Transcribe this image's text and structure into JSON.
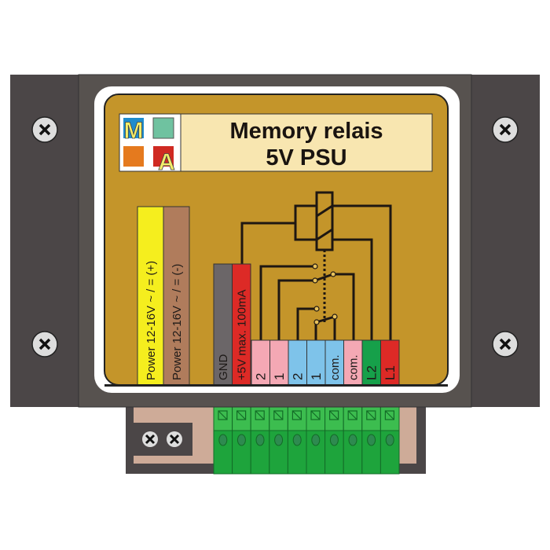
{
  "title": {
    "line1": "Memory relais",
    "line2": "5V PSU"
  },
  "logo": {
    "letters": [
      "M",
      "A"
    ]
  },
  "power_strips": [
    {
      "label": "Power 12-16V ~ / = (+)",
      "color": "#f5ee1e"
    },
    {
      "label": "Power 12-16V ~ / = (-)",
      "color": "#b07c5c"
    }
  ],
  "terminals": [
    {
      "label": "GND",
      "color": "#6b6668"
    },
    {
      "label": "+5V max. 100mA",
      "color": "#dd2a26"
    },
    {
      "label": "2",
      "color": "#f4a8b4"
    },
    {
      "label": "1",
      "color": "#f4a8b4"
    },
    {
      "label": "2",
      "color": "#7ec3ea"
    },
    {
      "label": "1",
      "color": "#7ec3ea"
    },
    {
      "label": "com.",
      "color": "#7ec3ea"
    },
    {
      "label": "com.",
      "color": "#f4a8b4"
    },
    {
      "label": "L2",
      "color": "#16a04a"
    },
    {
      "label": "L1",
      "color": "#dd2a26"
    }
  ],
  "colors": {
    "panel": "#c4952a",
    "housing": "#4b4647",
    "connector": "#1ea43c"
  }
}
